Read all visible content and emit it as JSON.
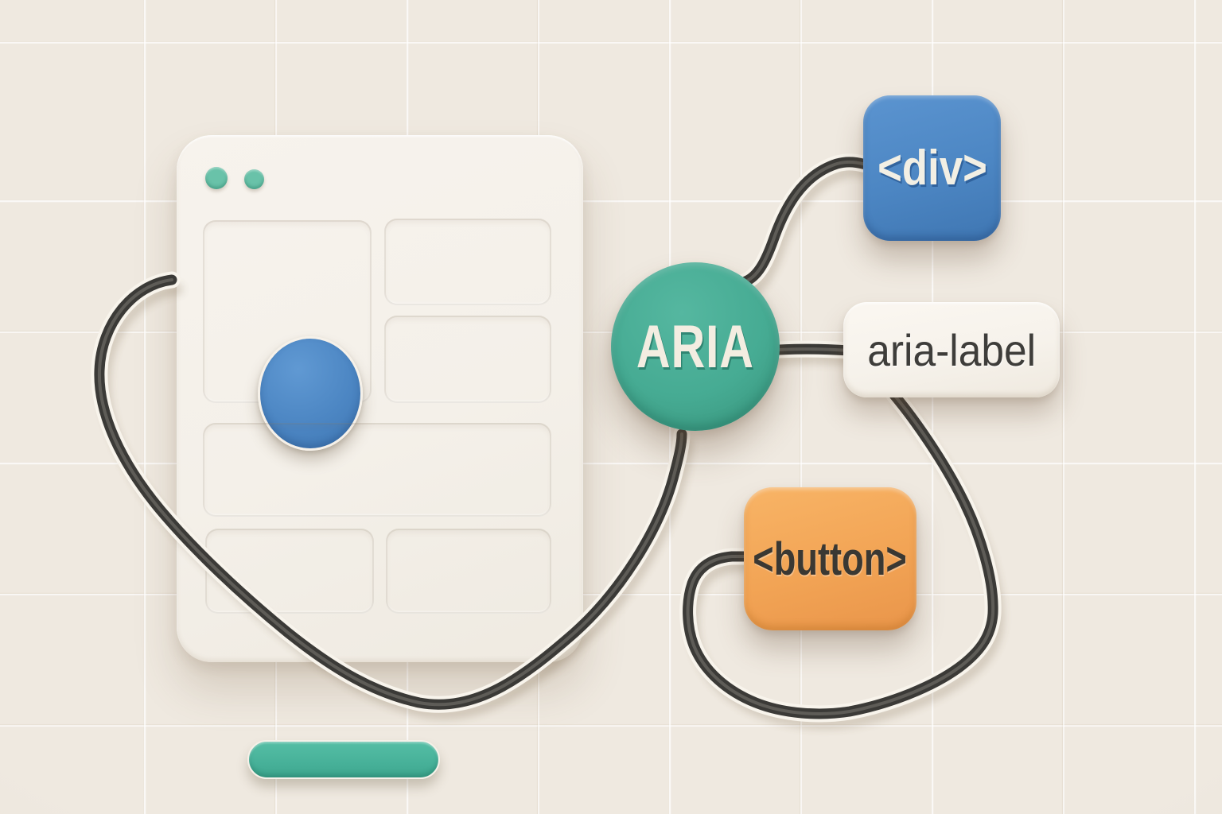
{
  "theme": {
    "bg_color": "#efe9e0",
    "grid_line_light": "rgba(255,255,255,0.70)",
    "grid_line_dark": "rgba(182,162,132,0.12)",
    "surface_color": "#f4f0e9",
    "dot_teal": "#69c2a9",
    "teal": "#46ab93",
    "teal_bar": "#47b199",
    "blue": "#4c86c3",
    "orange": "#f2a455",
    "cream": "#f6f2eb",
    "ink": "#3e3d3a",
    "label_cream": "#f3ede1",
    "cable_color": "#3b3a37",
    "cable_halo": "#f8f4ec"
  },
  "nodes": {
    "aria": {
      "label": "ARIA"
    },
    "div": {
      "label": "<div>"
    },
    "aria_label": {
      "label": "aria-label"
    },
    "button": {
      "label": "<button>"
    }
  },
  "connections": [
    {
      "from": "browser-window",
      "to": "aria"
    },
    {
      "from": "aria",
      "to": "div"
    },
    {
      "from": "aria",
      "to": "aria-label"
    },
    {
      "from": "aria-label",
      "to": "button"
    }
  ]
}
